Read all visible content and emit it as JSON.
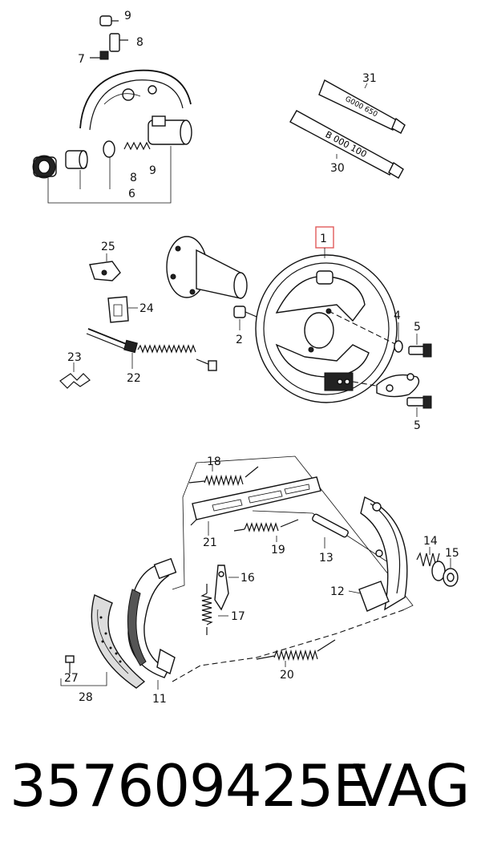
{
  "diagram": {
    "callouts": {
      "c1": "1",
      "c2": "2",
      "c4": "4",
      "c5a": "5",
      "c5b": "5",
      "c6": "6",
      "c7": "7",
      "c8a": "8",
      "c8b": "8",
      "c9a": "9",
      "c9b": "9",
      "c11": "11",
      "c12": "12",
      "c13": "13",
      "c14": "14",
      "c15": "15",
      "c16": "16",
      "c17": "17",
      "c18": "18",
      "c19": "19",
      "c20": "20",
      "c21": "21",
      "c22": "22",
      "c23": "23",
      "c24": "24",
      "c25": "25",
      "c27": "27",
      "c28": "28",
      "c30": "30",
      "c31": "31"
    },
    "tube_labels": {
      "tube31": "G000 650",
      "tube30": "B 000 100"
    },
    "highlight_color": "#e05a5a"
  },
  "footer": {
    "part_number": "357609425E",
    "brand": "VAG"
  }
}
